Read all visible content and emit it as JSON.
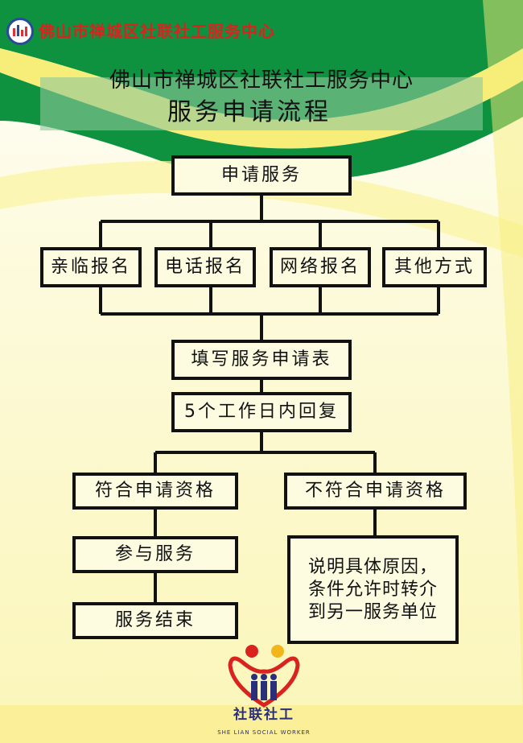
{
  "header": {
    "org_name": "佛山市禅城区社联社工服务中心"
  },
  "title": {
    "line1": "佛山市禅城区社联社工服务中心",
    "line2": "服务申请流程"
  },
  "flow": {
    "start": "申请服务",
    "channels": [
      "亲临报名",
      "电话报名",
      "网络报名",
      "其他方式"
    ],
    "form": "填写服务申请表",
    "reply": "5个工作日内回复",
    "eligible": "符合申请资格",
    "not_eligible": "不符合申请资格",
    "participate": "参与服务",
    "end": "服务结束",
    "referral": [
      "说明具体原因，",
      "条件允许时转介",
      "到另一服务单位"
    ]
  },
  "logo": {
    "name": "社联社工",
    "english": "SHE LIAN SOCIAL WORKER"
  },
  "colors": {
    "green": "#0e9240",
    "yellow": "#f7ee7a",
    "background": "#fdfbd0"
  }
}
